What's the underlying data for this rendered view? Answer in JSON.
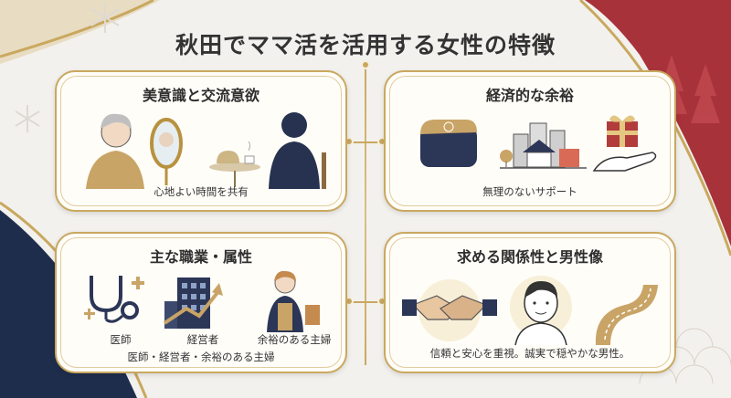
{
  "title": "秋田でママ活を活用する女性の特徴",
  "cards": {
    "beauty": {
      "title": "美意識と交流意欲",
      "caption": "心地よい時間を共有"
    },
    "economy": {
      "title": "経済的な余裕",
      "caption": "無理のないサポート"
    },
    "occupation": {
      "title": "主な職業・属性",
      "items": [
        "医師",
        "経営者",
        "余裕のある主婦"
      ],
      "caption": "医師・経営者・余裕のある主婦"
    },
    "relationship": {
      "title": "求める関係性と男性像",
      "caption": "信頼と安心を重視。誠実で穏やかな男性。"
    }
  },
  "colors": {
    "gold": "#c9a85f",
    "navy": "#1f2d4d",
    "red": "#a8323a",
    "cream": "#fffdf8"
  },
  "icons": [
    "woman-mirror-icon",
    "coffee-table-icon",
    "man-silhouette-icon",
    "wallet-icon",
    "town-icon",
    "gift-hand-icon",
    "stethoscope-icon",
    "building-chart-icon",
    "housewife-icon",
    "handshake-icon",
    "man-face-icon",
    "road-icon"
  ]
}
